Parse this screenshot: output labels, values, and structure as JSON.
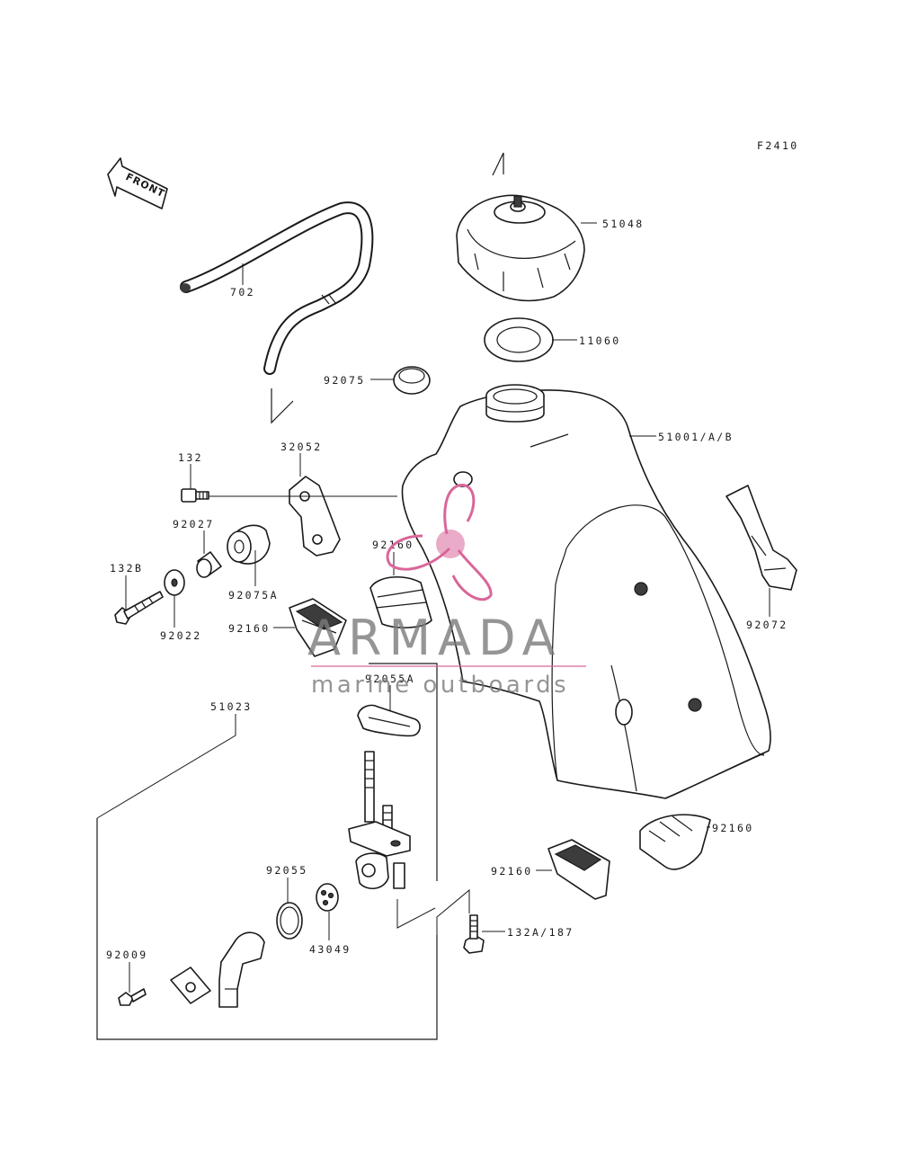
{
  "figure_code": "F2410",
  "front_marker": "FRONT",
  "watermark": {
    "brand": "ARMADA",
    "tagline": "marine outboards",
    "accent_color": "#d9669a"
  },
  "parts": {
    "p51048": "51048",
    "p11060": "11060",
    "p51001": "51001/A/B",
    "p702": "702",
    "p92075": "92075",
    "p132": "132",
    "p32052": "32052",
    "p92027": "92027",
    "p132b": "132B",
    "p92075a": "92075A",
    "p92022": "92022",
    "p92160_a": "92160",
    "p92160_b": "92160",
    "p92160_c": "92160",
    "p92160_d": "92160",
    "p92072": "92072",
    "p51023": "51023",
    "p92055a": "92055A",
    "p92055": "92055",
    "p43049": "43049",
    "p92009": "92009",
    "p132a187": "132A/187"
  }
}
